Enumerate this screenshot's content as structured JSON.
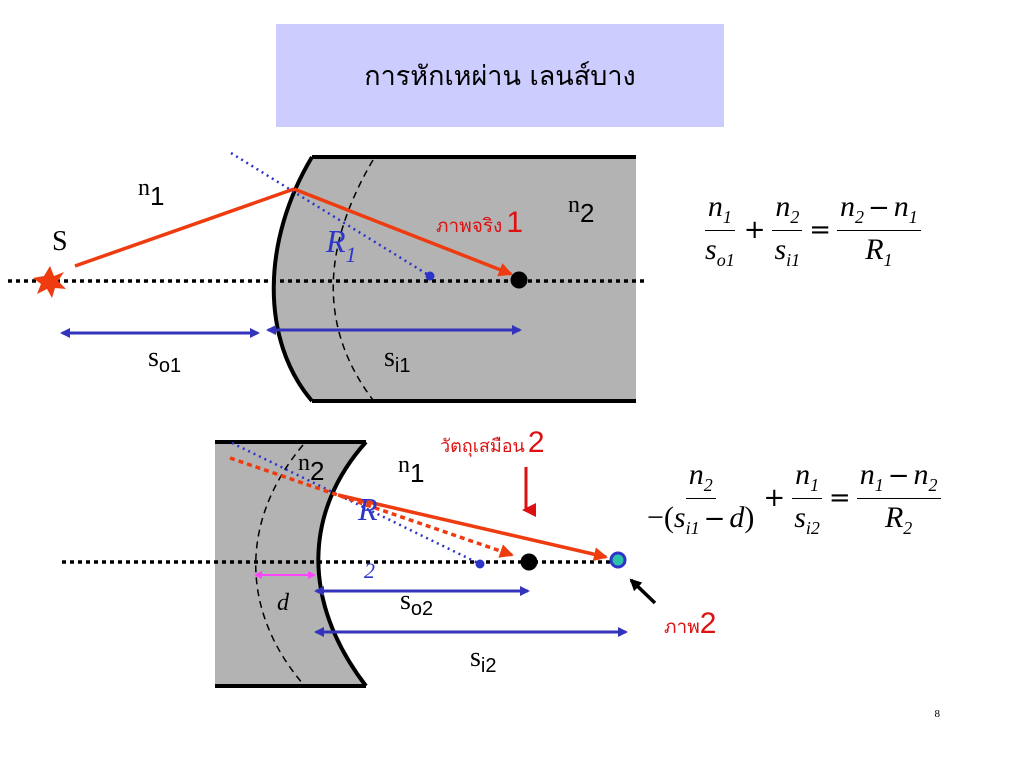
{
  "title": "การหักเหผ่าน เลนส์บาง",
  "page_number": "8",
  "top": {
    "source_label": "S",
    "n1_base": "n",
    "n1_sub": "1",
    "n2_base": "n",
    "n2_sub": "2",
    "image_label_text": "ภาพจริง",
    "image_label_num": "1",
    "radius_base": "R",
    "radius_sub": "1",
    "so_base": "s",
    "so_sub": "o1",
    "si_base": "s",
    "si_sub": "i1"
  },
  "bottom": {
    "n2_base": "n",
    "n2_sub": "2",
    "n1_base": "n",
    "n1_sub": "1",
    "object_label_text": "วัตถุเสมือน",
    "object_label_num": "2",
    "radius_base": "R",
    "radius_sub": "2",
    "thickness": "d",
    "so_base": "s",
    "so_sub": "o2",
    "si_base": "s",
    "si_sub": "i2",
    "image_label_text": "ภาพ",
    "image_label_num": "2"
  },
  "equation1": {
    "t1_num": "n",
    "t1_num_sub": "1",
    "t1_den": "s",
    "t1_den_sub": "o1",
    "plus": "+",
    "t2_num": "n",
    "t2_num_sub": "2",
    "t2_den": "s",
    "t2_den_sub": "i1",
    "equals": "=",
    "rhs_num_a": "n",
    "rhs_num_a_sub": "2",
    "minus": "−",
    "rhs_num_b": "n",
    "rhs_num_b_sub": "1",
    "rhs_den": "R",
    "rhs_den_sub": "1"
  },
  "equation2": {
    "t1_num": "n",
    "t1_num_sub": "2",
    "t1_den_pre": "−(",
    "t1_den_s": "s",
    "t1_den_s_sub": "i1",
    "t1_den_minus": "−",
    "t1_den_d": "d",
    "t1_den_post": ")",
    "plus": "+",
    "t2_num": "n",
    "t2_num_sub": "1",
    "t2_den": "s",
    "t2_den_sub": "i2",
    "equals": "=",
    "rhs_num_a": "n",
    "rhs_num_a_sub": "1",
    "minus": "−",
    "rhs_num_b": "n",
    "rhs_num_b_sub": "2",
    "rhs_den": "R",
    "rhs_den_sub": "2"
  },
  "colors": {
    "lens_fill": "#b3b3b3",
    "ray": "#ee3b0f",
    "radius_line": "#2d35c8",
    "arrow_blue": "#3333bb",
    "label_red": "#dd1111",
    "thickness_pink": "#ff44ff"
  }
}
